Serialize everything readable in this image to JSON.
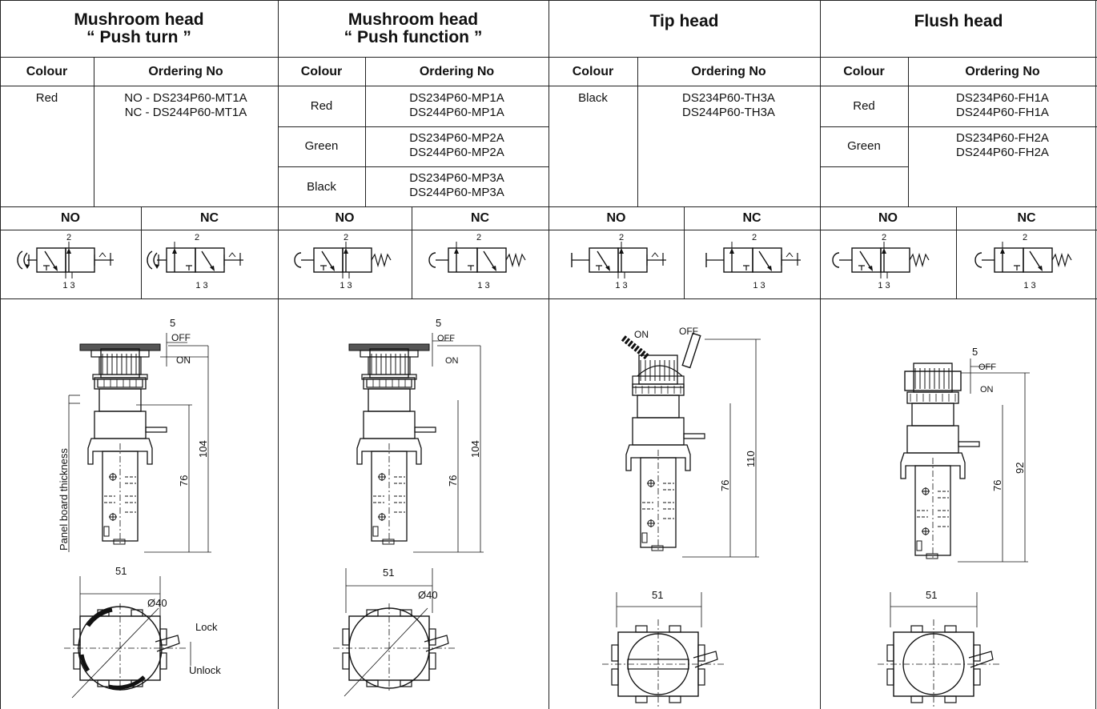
{
  "columns": [
    {
      "title_line1": "Mushroom head",
      "title_line2": "“ Push turn ”",
      "colour_header": "Colour",
      "ordering_header": "Ordering No",
      "rows": [
        {
          "colour": "Red",
          "no": "NO - DS234P60-MT1A",
          "nc": "NC - DS244P60-MT1A"
        }
      ],
      "no_label": "NO",
      "nc_label": "NC",
      "dims": {
        "top": "5",
        "off": "OFF",
        "on": "ON",
        "h1": "104",
        "h2": "76",
        "width": "51",
        "dia": "Ø40",
        "lock": "Lock",
        "unlock": "Unlock",
        "panel": "Panel board thickness"
      }
    },
    {
      "title_line1": "Mushroom head",
      "title_line2": "“ Push function ”",
      "colour_header": "Colour",
      "ordering_header": "Ordering No",
      "rows": [
        {
          "colour": "Red",
          "no": "DS234P60-MP1A",
          "nc": "DS244P60-MP1A"
        },
        {
          "colour": "Green",
          "no": "DS234P60-MP2A",
          "nc": "DS244P60-MP2A"
        },
        {
          "colour": "Black",
          "no": "DS234P60-MP3A",
          "nc": "DS244P60-MP3A"
        }
      ],
      "no_label": "NO",
      "nc_label": "NC",
      "dims": {
        "top": "5",
        "off": "OFF",
        "on": "ON",
        "h1": "104",
        "h2": "76",
        "width": "51",
        "dia": "Ø40"
      }
    },
    {
      "title_line1": "Tip head",
      "title_line2": "",
      "colour_header": "Colour",
      "ordering_header": "Ordering No",
      "rows": [
        {
          "colour": "Black",
          "no": "DS234P60-TH3A",
          "nc": "DS244P60-TH3A"
        }
      ],
      "no_label": "NO",
      "nc_label": "NC",
      "dims": {
        "on": "ON",
        "off": "OFF",
        "h1": "110",
        "h2": "76",
        "width": "51"
      }
    },
    {
      "title_line1": "Flush head",
      "title_line2": "",
      "colour_header": "Colour",
      "ordering_header": "Ordering No",
      "rows": [
        {
          "colour": "Red",
          "no": "DS234P60-FH1A",
          "nc": "DS244P60-FH1A"
        },
        {
          "colour": "Green",
          "no": "DS234P60-FH2A",
          "nc": "DS244P60-FH2A"
        }
      ],
      "no_label": "NO",
      "nc_label": "NC",
      "dims": {
        "top": "5",
        "off": "OFF",
        "on": "ON",
        "h1": "92",
        "h2": "76",
        "width": "51"
      }
    }
  ],
  "port_labels": {
    "top": "2",
    "bottom": "1 3"
  }
}
